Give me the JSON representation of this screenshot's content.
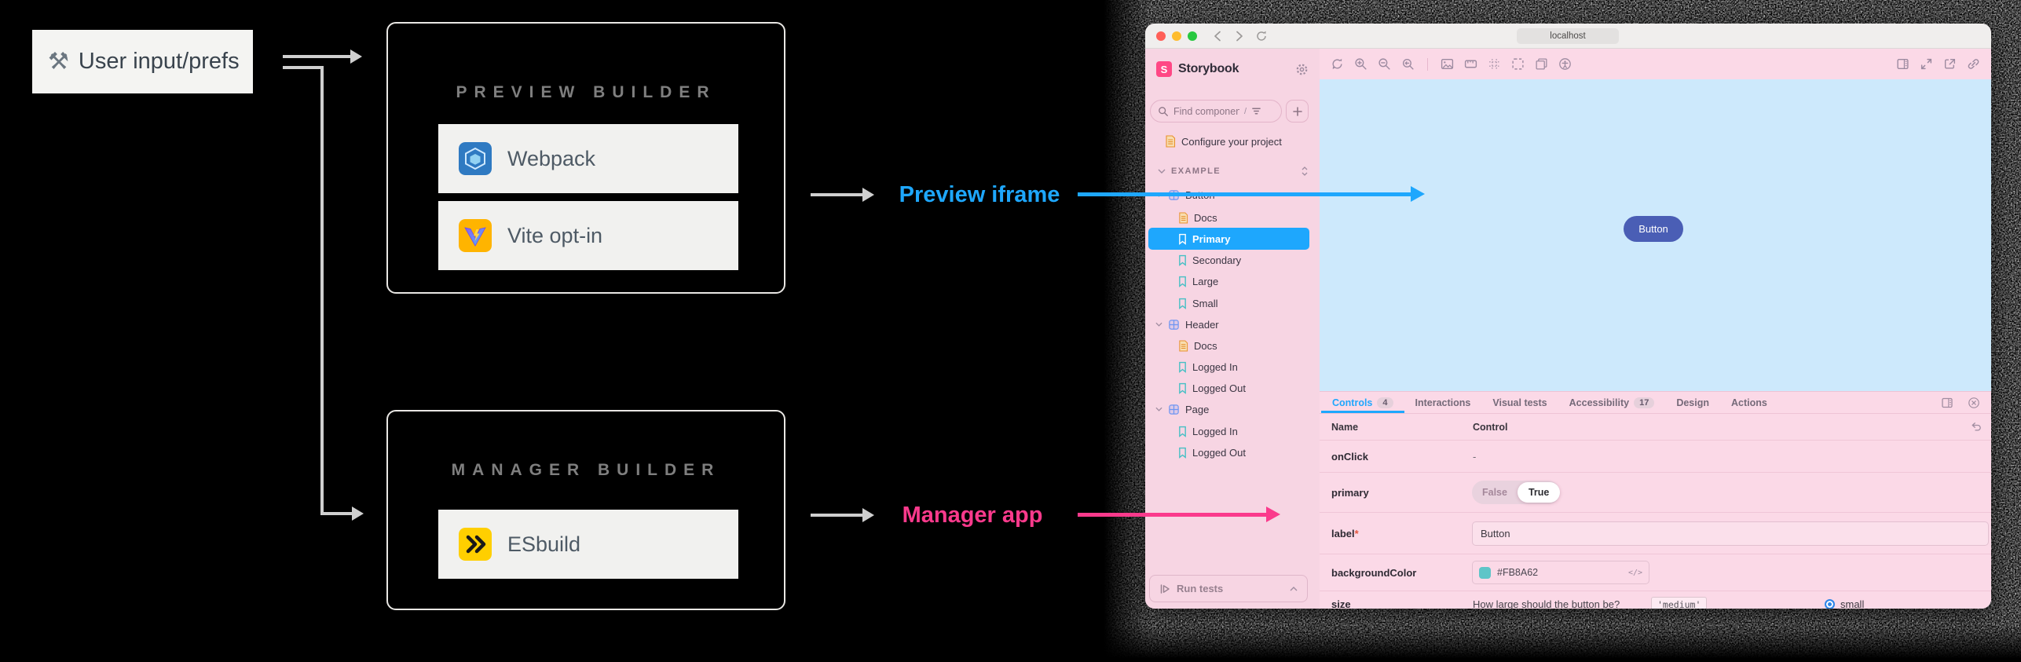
{
  "diagram": {
    "user_input": {
      "icon": "⚒",
      "label": "User input/prefs"
    },
    "preview_builder": {
      "title": "PREVIEW BUILDER",
      "items": [
        {
          "label": "Webpack"
        },
        {
          "label": "Vite opt-in"
        }
      ]
    },
    "manager_builder": {
      "title": "MANAGER BUILDER",
      "items": [
        {
          "label": "ESbuild"
        }
      ]
    },
    "annotations": {
      "preview_iframe": {
        "text": "Preview iframe",
        "color": "#1ea7fd"
      },
      "manager_app": {
        "text": "Manager app",
        "color": "#fb3a8c"
      }
    }
  },
  "window": {
    "titlebar": {
      "address": "localhost"
    },
    "sidebar": {
      "brand": "Storybook",
      "logo_letter": "S",
      "search_placeholder": "Find components",
      "search_shortcut": "/",
      "tree": [
        {
          "label": "Configure your project",
          "type": "doc"
        },
        {
          "label": "EXAMPLE",
          "type": "section"
        },
        {
          "label": "Button",
          "type": "component"
        },
        {
          "label": "Docs",
          "type": "doc"
        },
        {
          "label": "Primary",
          "type": "story",
          "selected": true
        },
        {
          "label": "Secondary",
          "type": "story"
        },
        {
          "label": "Large",
          "type": "story"
        },
        {
          "label": "Small",
          "type": "story"
        },
        {
          "label": "Header",
          "type": "component"
        },
        {
          "label": "Docs",
          "type": "doc"
        },
        {
          "label": "Logged In",
          "type": "story"
        },
        {
          "label": "Logged Out",
          "type": "story"
        },
        {
          "label": "Page",
          "type": "component"
        },
        {
          "label": "Logged In",
          "type": "story"
        },
        {
          "label": "Logged Out",
          "type": "story"
        }
      ],
      "run_tests_label": "Run tests"
    },
    "preview": {
      "button_label": "Button"
    },
    "panel": {
      "tabs": [
        {
          "label": "Controls",
          "badge": "4"
        },
        {
          "label": "Interactions"
        },
        {
          "label": "Visual tests"
        },
        {
          "label": "Accessibility",
          "badge": "17"
        },
        {
          "label": "Design"
        },
        {
          "label": "Actions"
        }
      ],
      "table_headers": {
        "name": "Name",
        "control": "Control"
      },
      "rows": {
        "onClick": {
          "name": "onClick",
          "value": "-"
        },
        "primary": {
          "name": "primary",
          "false_label": "False",
          "true_label": "True"
        },
        "label": {
          "name": "label",
          "required_mark": "*",
          "value": "Button"
        },
        "backgroundColor": {
          "name": "backgroundColor",
          "value": "#FB8A62",
          "swatch_color": "#5ec5c8",
          "code_icon": "</>"
        },
        "size": {
          "name": "size",
          "description": "How large should the button be?",
          "default_value": "'medium'",
          "radio_option": "small"
        }
      }
    }
  }
}
